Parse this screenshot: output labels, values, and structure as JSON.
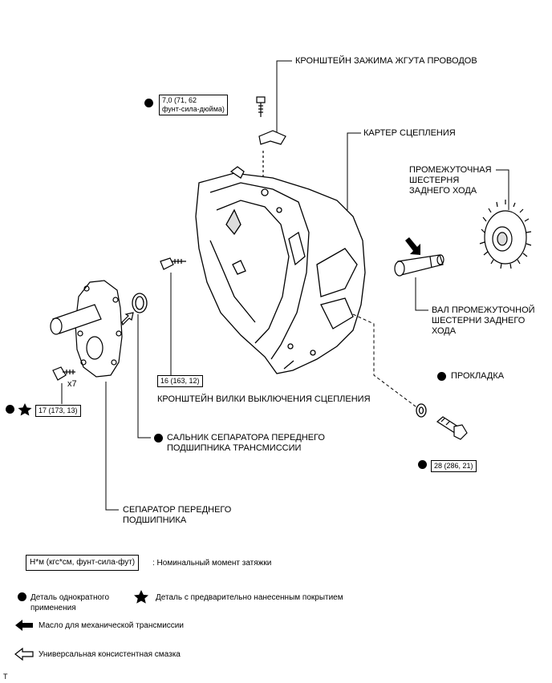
{
  "callouts": {
    "harness_bracket": "КРОНШТЕЙН ЗАЖИМА ЖГУТА ПРОВОДОВ",
    "clutch_housing": "КАРТЕР СЦЕПЛЕНИЯ",
    "reverse_idler_gear": "ПРОМЕЖУТОЧНАЯ\nШЕСТЕРНЯ\nЗАДНЕГО ХОДА",
    "reverse_idler_shaft": "ВАЛ ПРОМЕЖУТОЧНОЙ\nШЕСТЕРНИ ЗАДНЕГО\nХОДА",
    "gasket": "ПРОКЛАДКА",
    "release_fork_bracket": "КРОНШТЕЙН ВИЛКИ ВЫКЛЮЧЕНИЯ СЦЕПЛЕНИЯ",
    "oil_seal": "САЛЬНИК СЕПАРАТОРА ПЕРЕДНЕГО\nПОДШИПНИКА ТРАНСМИССИИ",
    "front_bearing_retainer": "СЕПАРАТОР ПЕРЕДНЕГО\nПОДШИПНИКА",
    "bolt_count": "x7"
  },
  "torques": {
    "harness_bolt": "7,0 (71, 62\nфунт-сила-дюйма)",
    "fork_bracket": "16 (163, 12)",
    "retainer_bolts": "17 (173, 13)",
    "housing_bolt": "28 (286, 21)"
  },
  "legend": {
    "torque_unit_box": "Н*м (кгс*см, фунт-сила-фут)",
    "torque_unit_text": ": Номинальный момент затяжки",
    "non_reusable": "Деталь однократного\nприменения",
    "precoated": "Деталь с предварительно нанесенным покрытием",
    "mt_oil": "Масло для механической трансмиссии",
    "grease": "Универсальная консистентная смазка"
  },
  "footer_mark": "T"
}
